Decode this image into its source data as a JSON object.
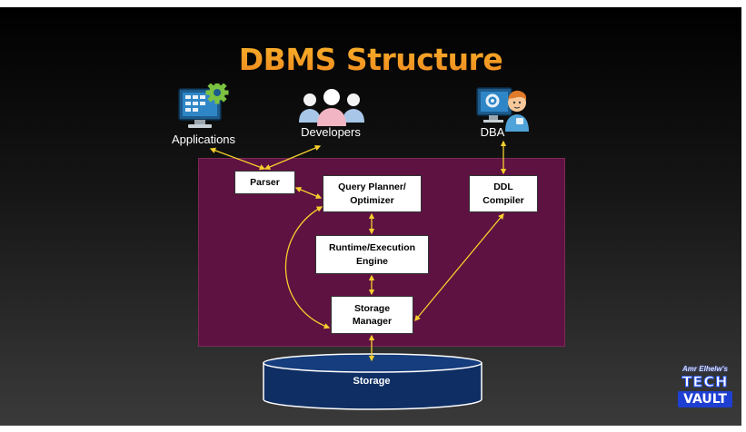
{
  "title": "DBMS Structure",
  "actors": {
    "applications": {
      "label": "Applications",
      "icon": "computer-gear-icon"
    },
    "developers": {
      "label": "Developers",
      "icon": "people-group-icon"
    },
    "dba": {
      "label": "DBA",
      "icon": "admin-monitor-icon"
    }
  },
  "components": {
    "parser": "Parser",
    "query_planner": "Query Planner/\nOptimizer",
    "ddl_compiler": "DDL\nCompiler",
    "runtime_engine": "Runtime/Execution\nEngine",
    "storage_manager": "Storage\nManager"
  },
  "storage": {
    "label": "Storage",
    "icon": "database-cylinder-icon"
  },
  "colors": {
    "title": "#f4a425",
    "core_panel": "#5e1241",
    "arrows": "#f5cf2d",
    "storage_fill": "#0f2f64"
  },
  "brand": {
    "byline": "Amr Elhelw's",
    "line1": "TECH",
    "line2": "VAULT"
  }
}
